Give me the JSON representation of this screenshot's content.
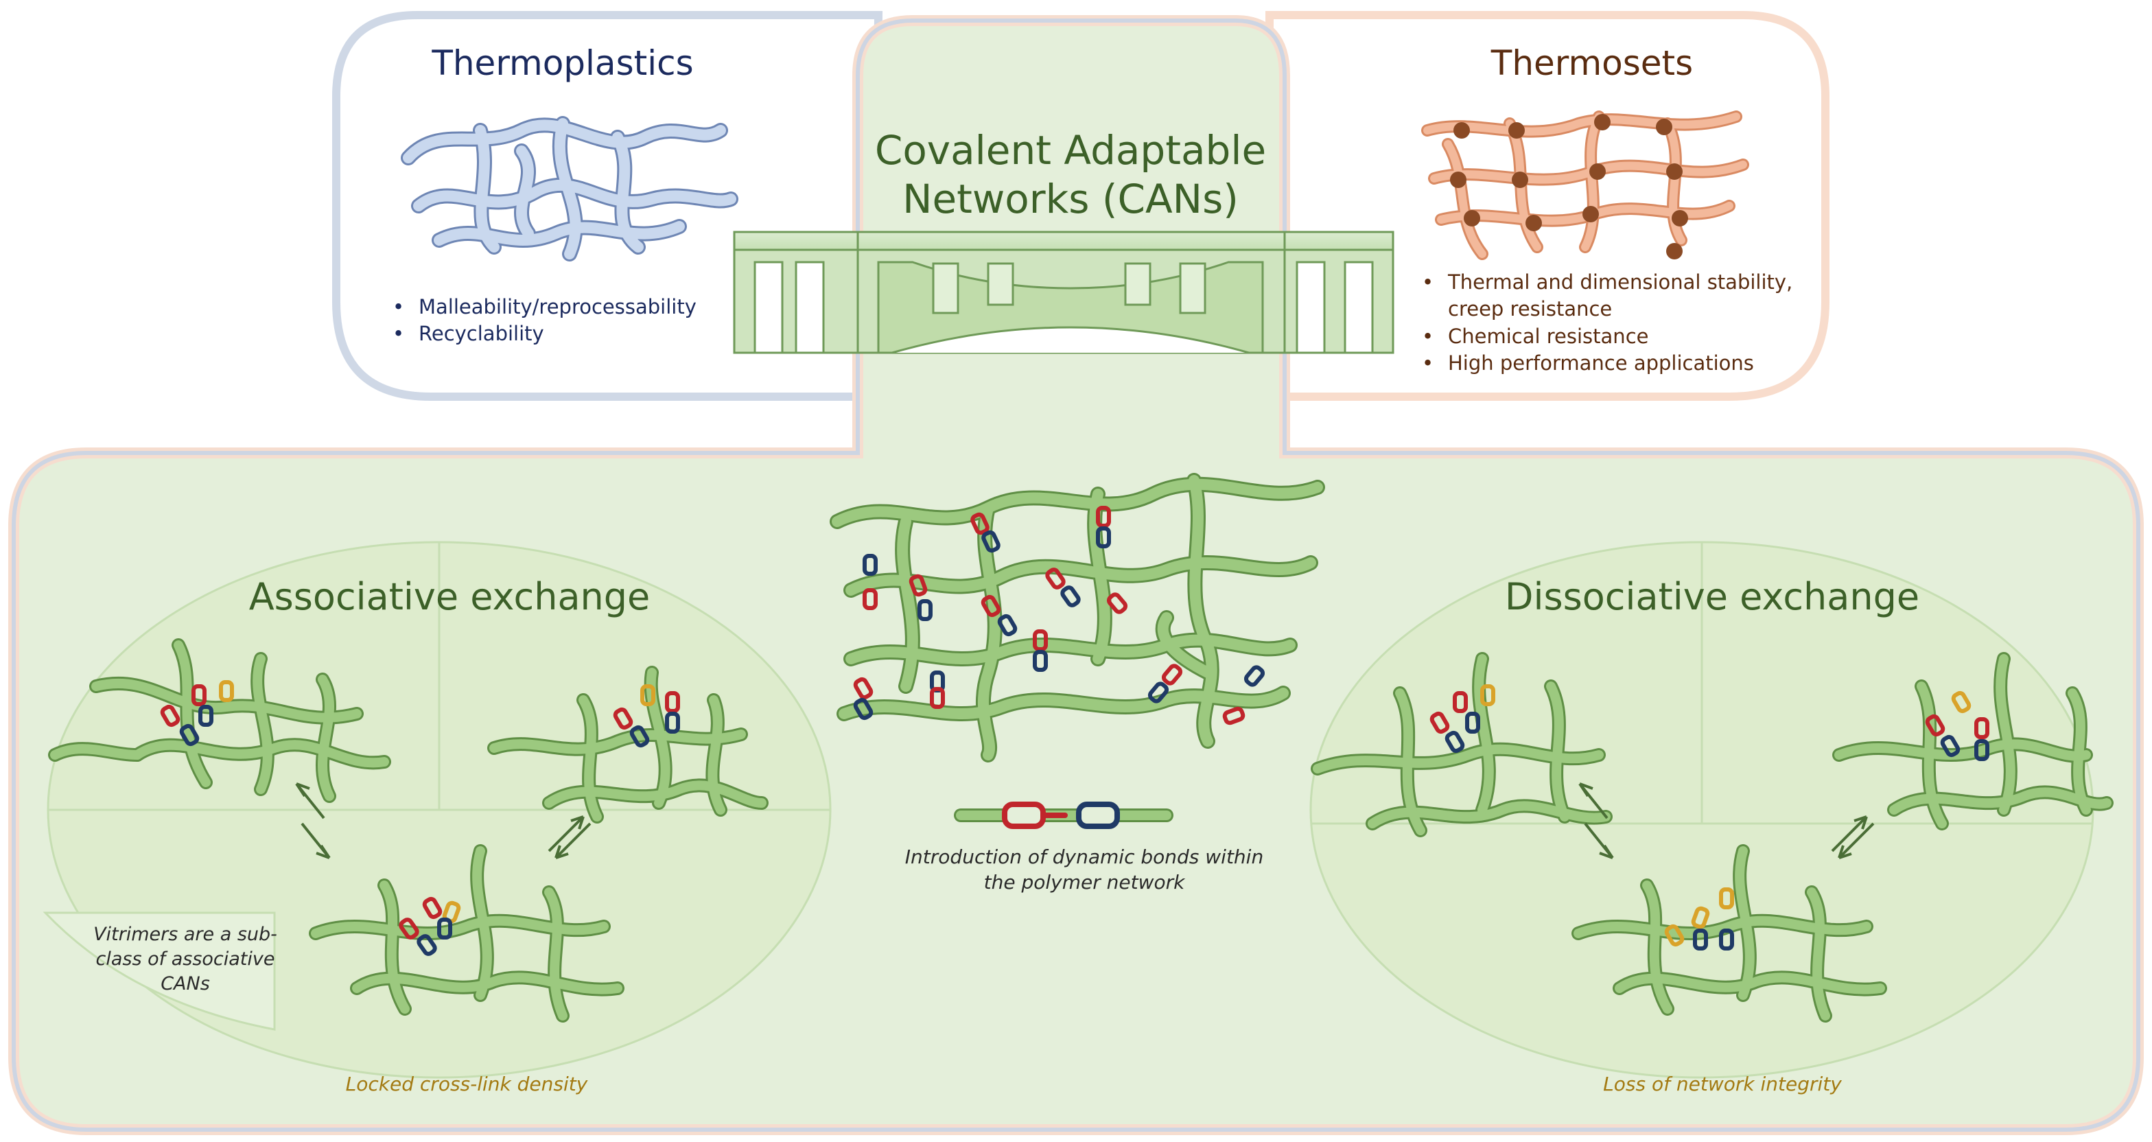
{
  "thermoplastics": {
    "title": "Thermoplastics",
    "bullets": [
      "Malleability/reprocessability",
      "Recyclability"
    ],
    "color": "#1b2a5e"
  },
  "thermosets": {
    "title": "Thermosets",
    "bullets": [
      "Thermal and dimensional stability, creep resistance",
      "Chemical resistance",
      "High performance applications"
    ],
    "color": "#5a2c10"
  },
  "cans": {
    "title": "Covalent Adaptable Networks (CANs)",
    "intro_note": "Introduction of dynamic bonds within the polymer network",
    "color": "#3c6028"
  },
  "associative": {
    "title": "Associative exchange",
    "vitrimers_note": "Vitrimers are a sub-class of associative CANs",
    "caption": "Locked cross-link density"
  },
  "dissociative": {
    "title": "Dissociative exchange",
    "caption": "Loss of network integrity"
  },
  "colors": {
    "chain_green": "#9cc97f",
    "chain_outline": "#5f8f45",
    "panel_green": "#e4efda",
    "link_red": "#c0252b",
    "link_navy": "#1f3a66",
    "link_gold": "#d9a32a",
    "thermoplastic_strand": "#c9d8ee",
    "thermoset_strand": "#f3b99b",
    "thermoset_knot": "#8a4a25",
    "caption_gold": "#a37a12"
  }
}
